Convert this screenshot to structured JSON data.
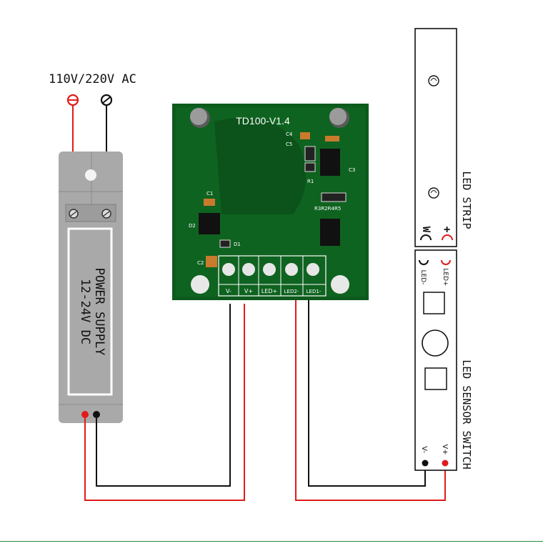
{
  "ac_label": "110V/220V AC",
  "power_supply": {
    "line1": "POWER SUPPLY",
    "line2": "12-24V DC"
  },
  "board": {
    "title": "TD100-V1.4",
    "components": [
      "C4",
      "C5",
      "R1",
      "C3",
      "R3R2R4R5",
      "C1",
      "D2",
      "D1",
      "C2"
    ],
    "terminals": [
      "V-",
      "V+",
      "LED+",
      "LED2-",
      "LED1-"
    ]
  },
  "led_strip": {
    "label": "LED STRIP",
    "minus": "W",
    "plus": "+"
  },
  "sensor_switch": {
    "label": "LED SENSOR SWITCH",
    "led_minus": "LED-",
    "led_plus": "LED+",
    "v_minus": "V-",
    "v_plus": "V+"
  },
  "colors": {
    "board_green": "#0d5a1d",
    "wire_red": "#e01b1b",
    "wire_black": "#111111",
    "supply_gray": "#a9a9a9"
  }
}
